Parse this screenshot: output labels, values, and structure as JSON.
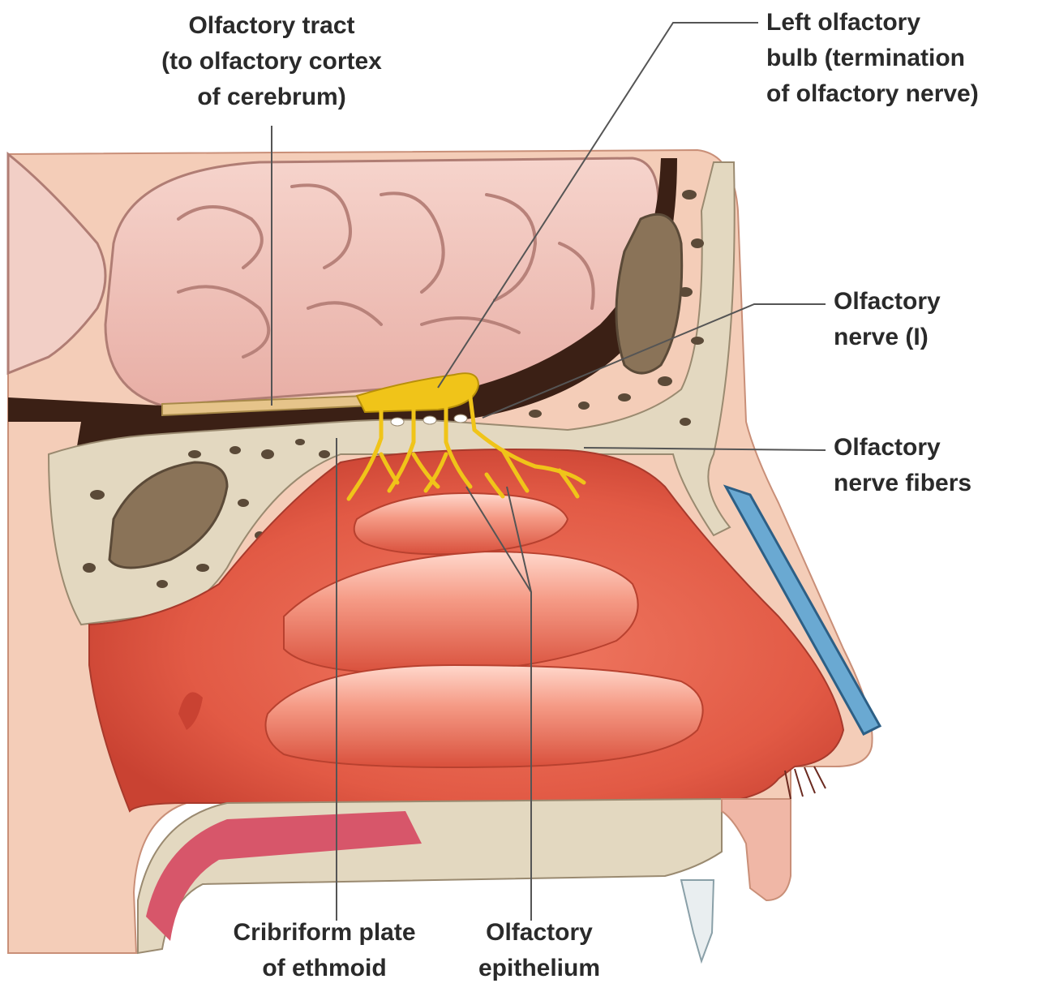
{
  "labels": {
    "olfactory_tract": [
      "Olfactory tract",
      "(to olfactory cortex",
      "of cerebrum)"
    ],
    "left_bulb": [
      "Left olfactory",
      "bulb (termination",
      "of olfactory nerve)"
    ],
    "olfactory_nerve": [
      "Olfactory",
      "nerve (I)"
    ],
    "nerve_fibers": [
      "Olfactory",
      "nerve fibers"
    ],
    "cribriform": [
      "Cribriform plate",
      "of ethmoid"
    ],
    "epithelium": [
      "Olfactory",
      "epithelium"
    ]
  },
  "colors": {
    "skin": "#f2c7b0",
    "mucosa": "#e2604b",
    "brain": "#efc4bd",
    "bone": "#e3d8c0",
    "dura": "#3b2015",
    "nerve": "#f0c419",
    "cartilage": "#6aa9d2",
    "sinus": "#8a7358",
    "leader": "#555555"
  }
}
